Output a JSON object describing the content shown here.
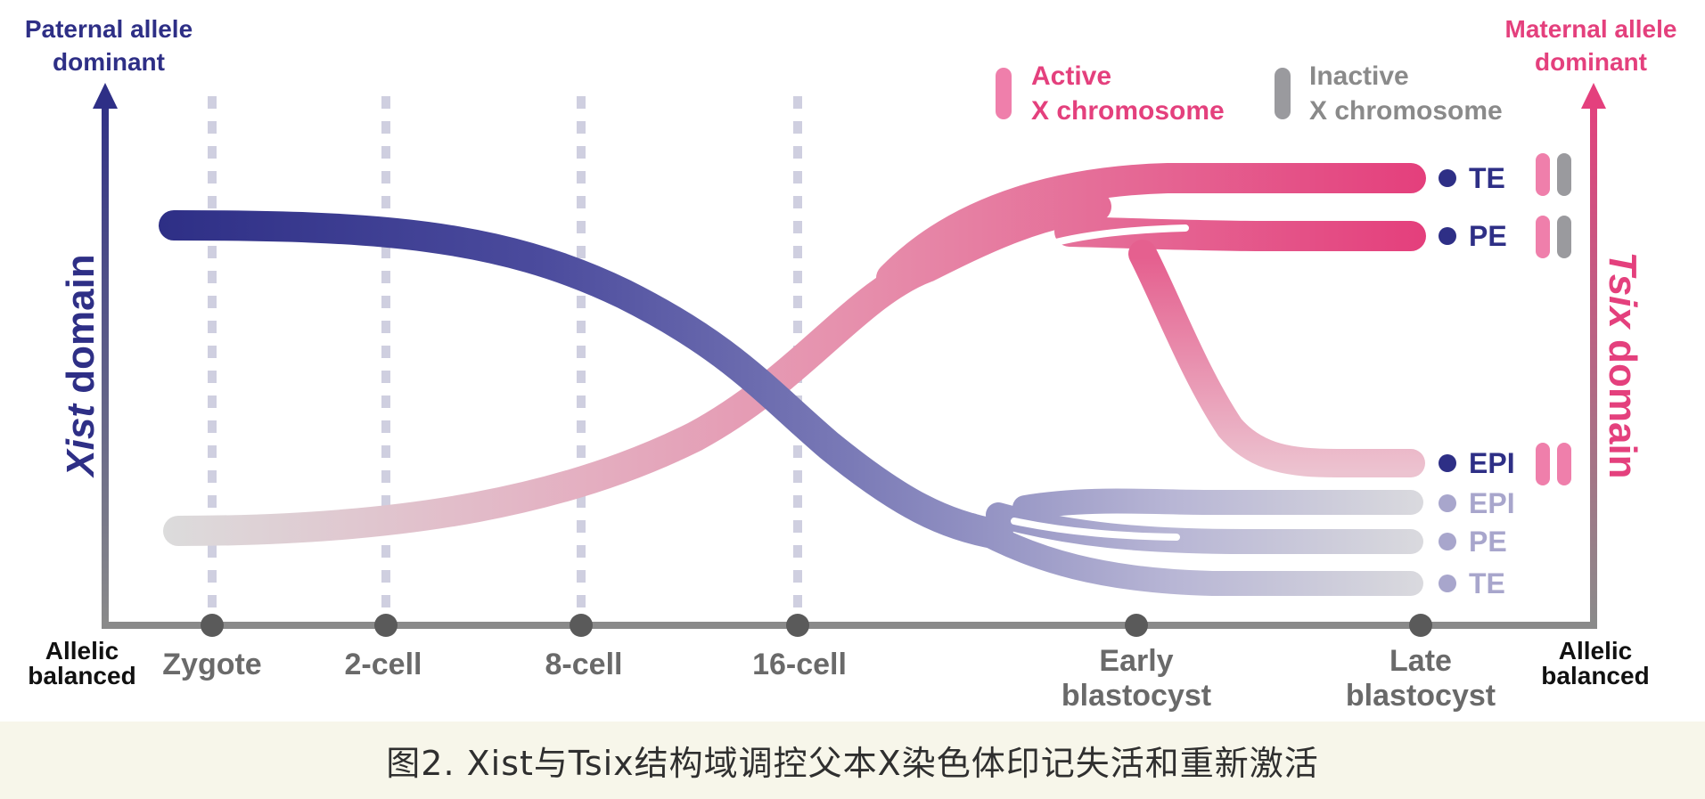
{
  "left_axis": {
    "top_label_line1": "Paternal allele",
    "top_label_line2": "dominant",
    "title_italic": "Xist",
    "title_rest": " domain",
    "bottom_label_line1": "Allelic",
    "bottom_label_line2": "balanced"
  },
  "right_axis": {
    "top_label_line1": "Maternal allele",
    "top_label_line2": "dominant",
    "title_italic": "Tsix",
    "title_rest": " domain",
    "bottom_label_line1": "Allelic",
    "bottom_label_line2": "balanced"
  },
  "stages": [
    {
      "line1": "Zygote",
      "line2": ""
    },
    {
      "line1": "2-cell",
      "line2": ""
    },
    {
      "line1": "8-cell",
      "line2": ""
    },
    {
      "line1": "16-cell",
      "line2": ""
    },
    {
      "line1": "Early",
      "line2": "blastocyst"
    },
    {
      "line1": "Late",
      "line2": "blastocyst"
    }
  ],
  "legend": {
    "active_line1": "Active",
    "active_line2": "X chromosome",
    "inactive_line1": "Inactive",
    "inactive_line2": "X chromosome"
  },
  "lineages_maternal": [
    "TE",
    "PE",
    "EPI"
  ],
  "lineages_paternal": [
    "EPI",
    "PE",
    "TE"
  ],
  "colors": {
    "paternal": "#2e2f86",
    "maternal": "#e4407d",
    "active": "#ef7fab",
    "inactive": "#9a9a9e",
    "balanced": "#dcdcdc",
    "axis": "#8a8a8a"
  },
  "caption": "图2. Xist与Tsix结构域调控父本X染色体印记失活和重新激活"
}
